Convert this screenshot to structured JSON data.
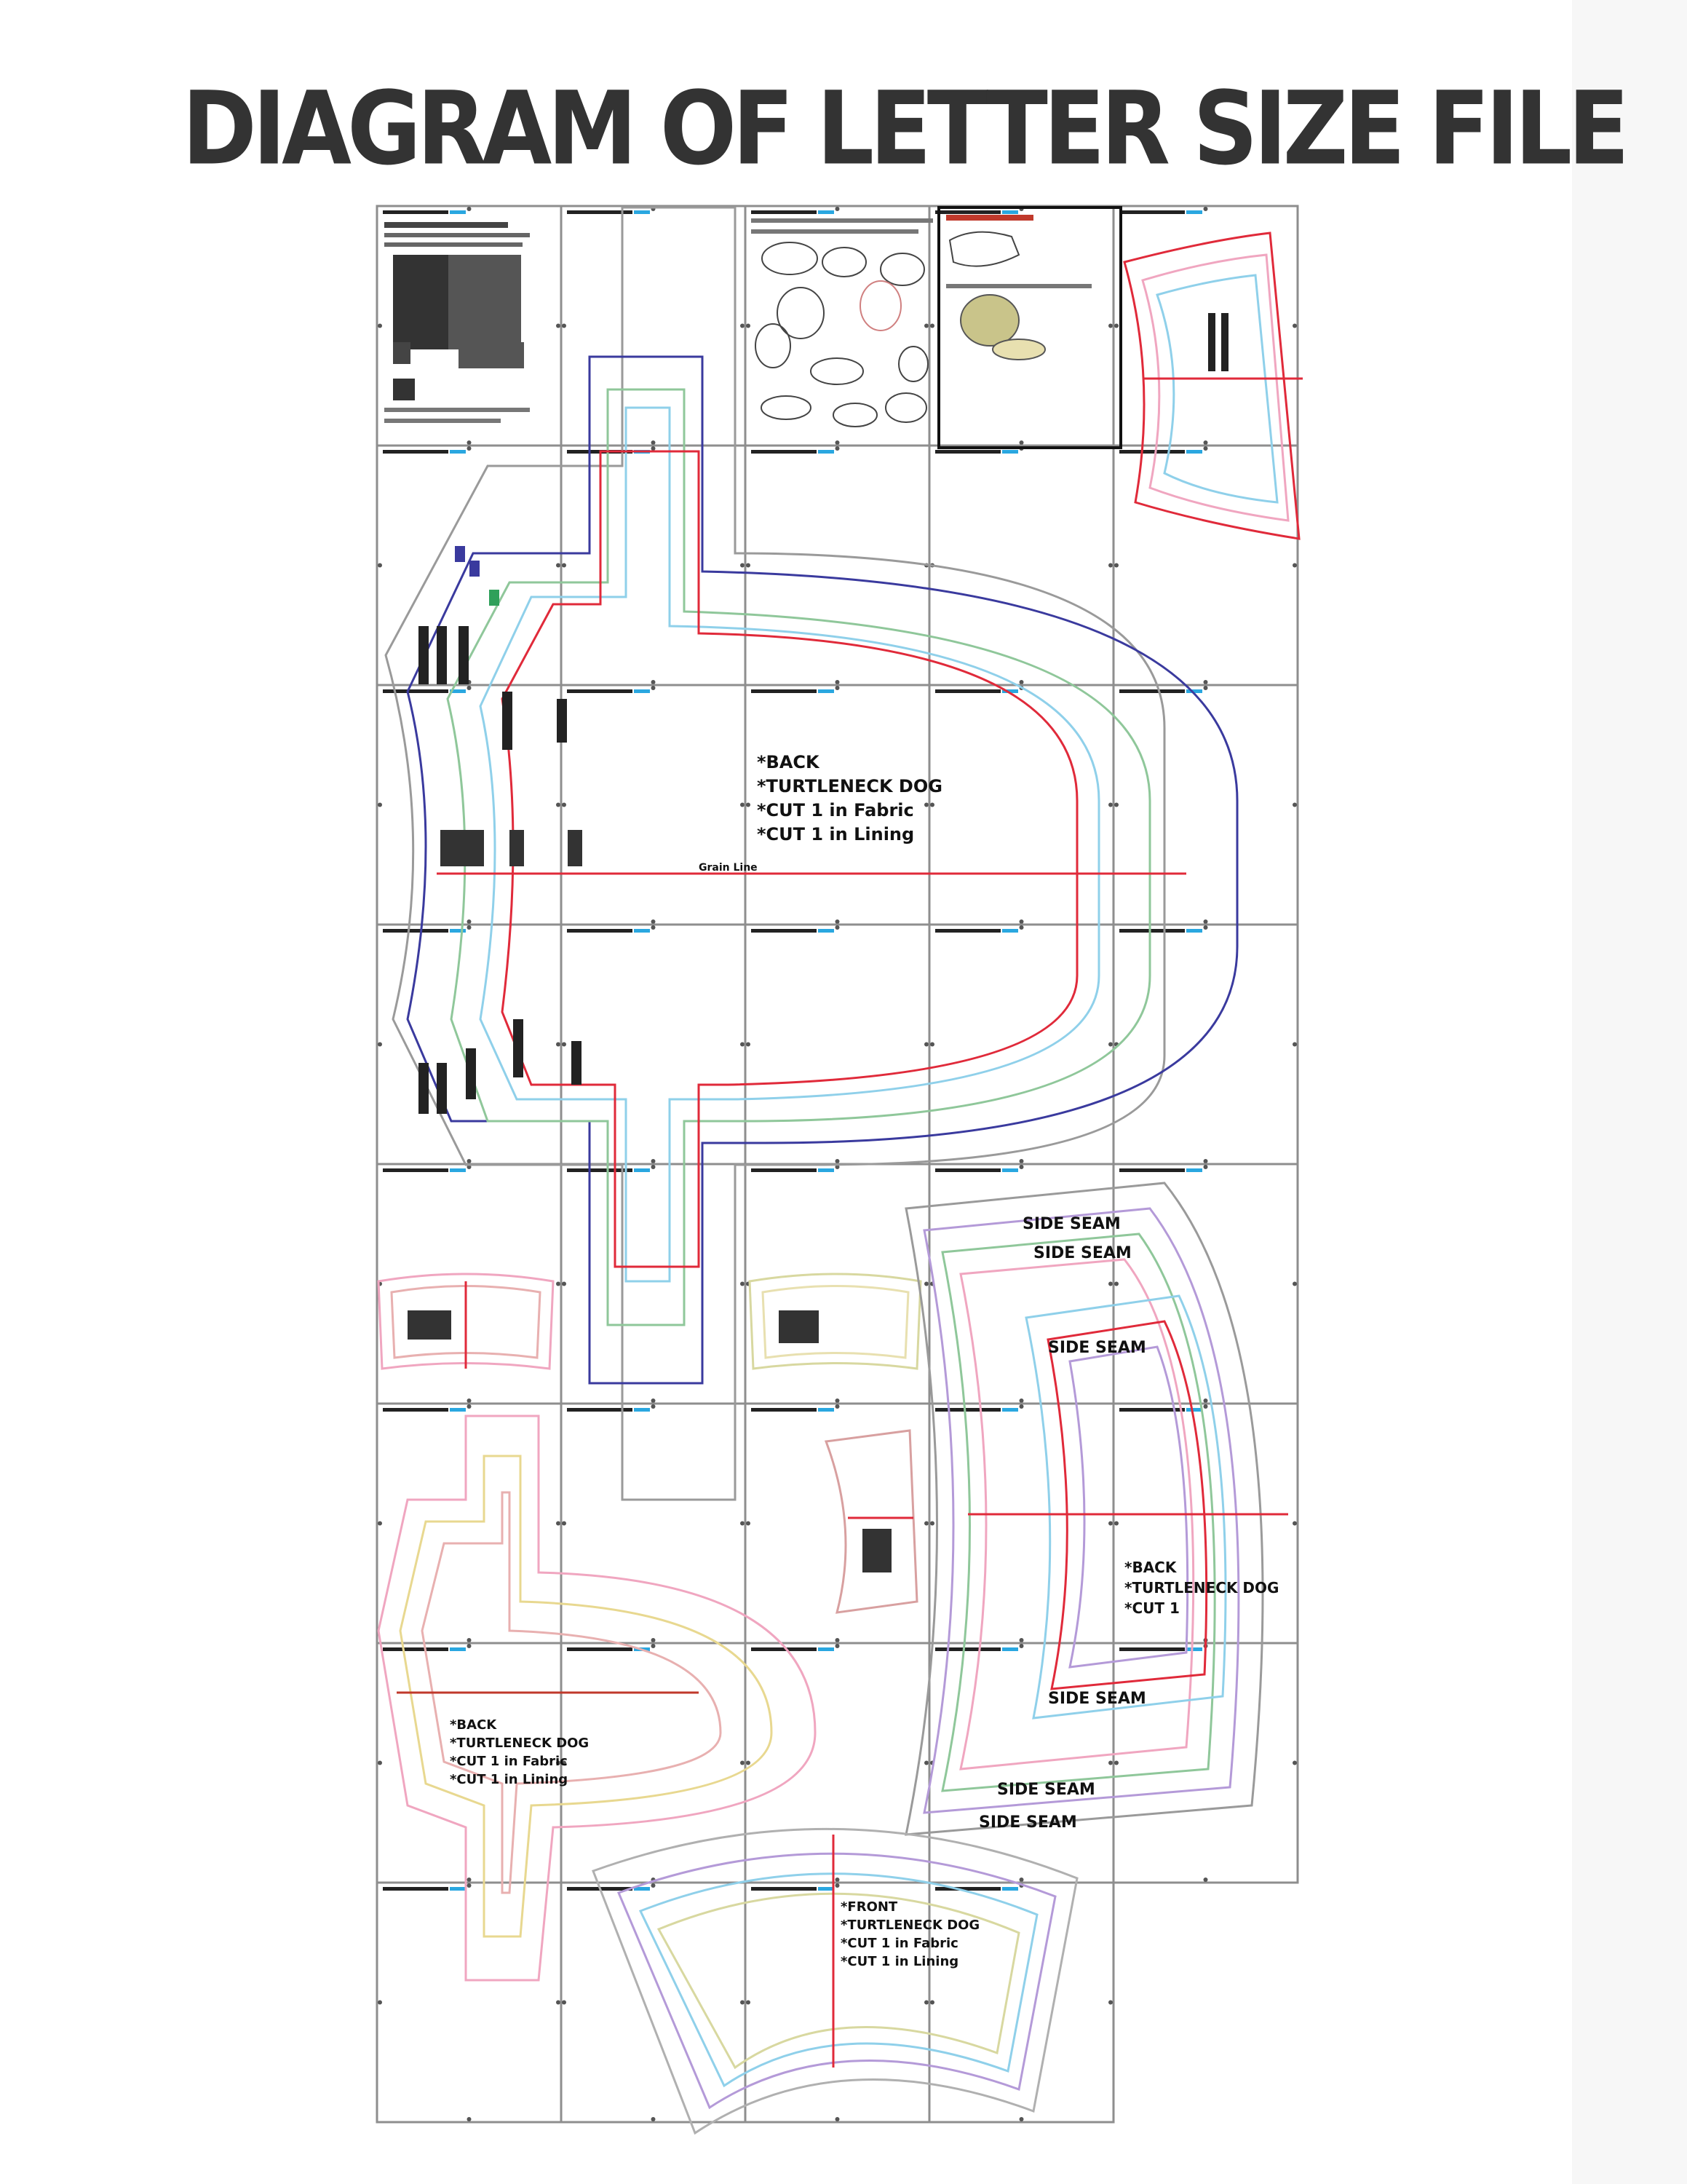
{
  "header": {
    "title": "DIAGRAM OF LETTER SIZE FILE"
  },
  "grid": {
    "columns": 5,
    "rows": 8,
    "present_tiles": [
      "0-0",
      "0-1",
      "0-2",
      "0-3",
      "0-4",
      "1-0",
      "1-1",
      "1-2",
      "1-3",
      "1-4",
      "2-0",
      "2-1",
      "2-2",
      "2-3",
      "2-4",
      "3-0",
      "3-1",
      "3-2",
      "3-3",
      "3-4",
      "4-0",
      "4-1",
      "4-2",
      "4-3",
      "4-4",
      "5-0",
      "5-1",
      "5-2",
      "5-3",
      "5-4",
      "6-0",
      "6-1",
      "6-2",
      "6-3",
      "6-4",
      "7-0",
      "7-1",
      "7-2",
      "7-3"
    ],
    "highlighted_tile": "0-3"
  },
  "colors": {
    "red": "#e02a3a",
    "blue": "#3a3a9e",
    "green": "#8fc79a",
    "light_blue": "#8fd0ea",
    "gray": "#9a9a9a",
    "pink": "#f0a6c0",
    "purple": "#b49ad8",
    "yellow": "#e8d890",
    "title_text": "#333333",
    "tile_border": "#8e8e8e"
  },
  "labels": {
    "main_back": [
      "*BACK",
      "*TURTLENECK DOG",
      "*CUT 1 in Fabric",
      "*CUT 1 in Lining"
    ],
    "back_small": [
      "*BACK",
      "*TURTLENECK DOG",
      "*CUT 1 in Fabric",
      "*CUT 1 in Lining"
    ],
    "back_right": [
      "*BACK",
      "*TURTLENECK DOG",
      "*CUT 1"
    ],
    "front": [
      "*FRONT",
      "*TURTLENECK DOG",
      "*CUT 1 in Fabric",
      "*CUT 1 in Lining"
    ],
    "side_seam": "SIDE SEAM",
    "grain_line": "Grain Line"
  }
}
